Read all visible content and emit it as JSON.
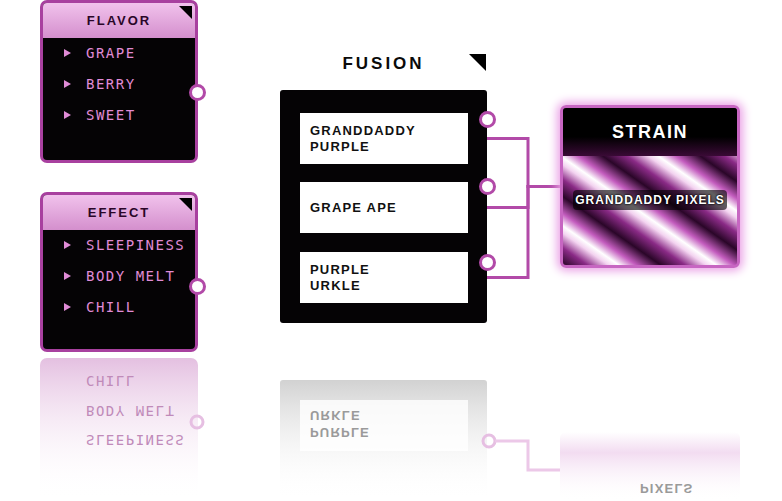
{
  "diagram": {
    "nodes": [
      {
        "text": [
          "FLAVOR",
          "GRAPE",
          "BERRY",
          "SWEET"
        ]
      },
      {
        "text": [
          "EFFECT",
          "SLEEPINESS",
          "BODY MELT",
          "CHILL"
        ]
      },
      {
        "text": [
          "FUSION"
        ]
      },
      {
        "text": [
          "GRANDDADDY PURPLE"
        ],
        "in": 2
      },
      {
        "text": [
          "GRAPE APE"
        ],
        "in": 2
      },
      {
        "text": [
          "PURPLE URKLE"
        ],
        "in": 2
      },
      {
        "text": [
          "STRAIN",
          "GRANDDADDY PIXELS"
        ]
      }
    ],
    "edges": [
      {
        "from": 3,
        "to": 6,
        "arrow": "none"
      },
      {
        "from": 4,
        "to": 6,
        "arrow": "none"
      },
      {
        "from": 5,
        "to": 6,
        "arrow": "none"
      }
    ],
    "labels": [
      "CHILL",
      "BODY MELT",
      "SLEEPINESS",
      "URKLE",
      "PURPLE",
      "PIXELS"
    ]
  }
}
